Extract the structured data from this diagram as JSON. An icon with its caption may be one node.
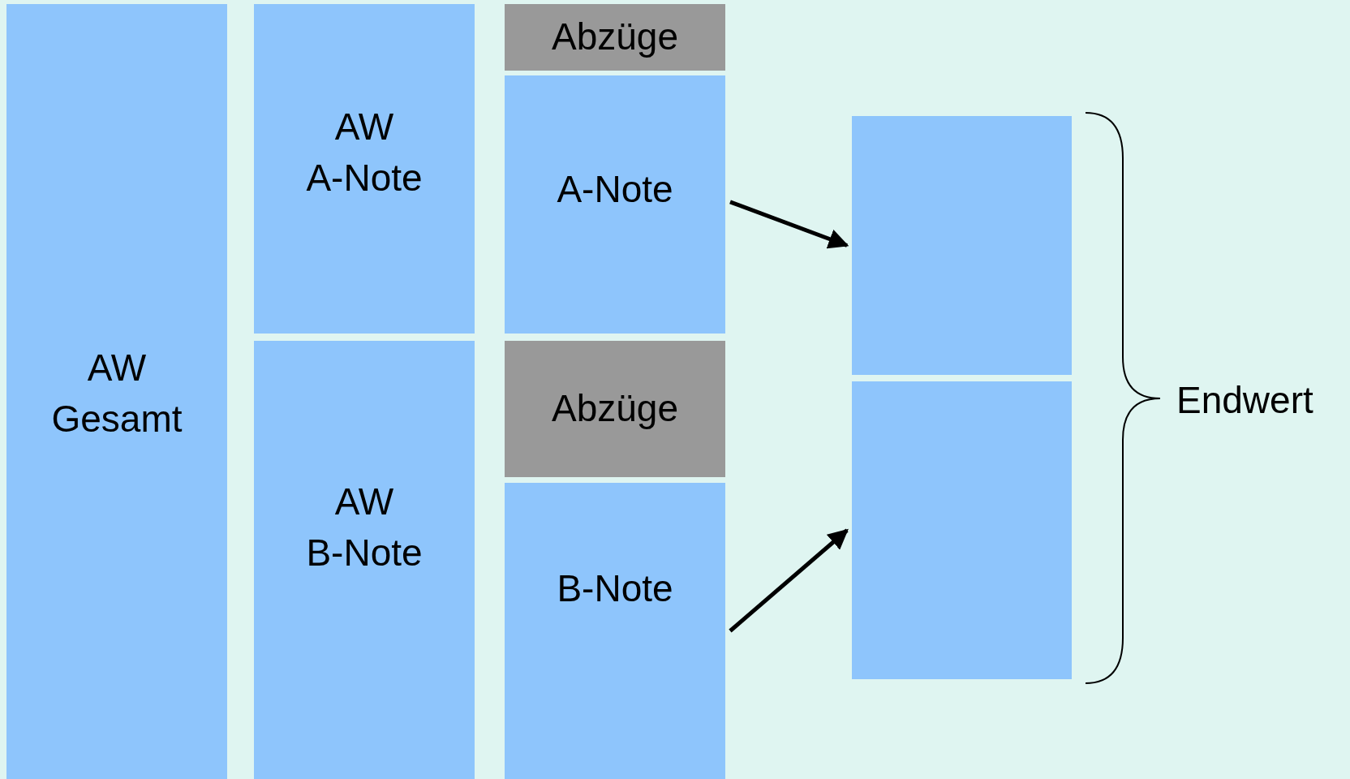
{
  "diagram": {
    "nodes": [
      {
        "text": [
          "AW Gesamt"
        ]
      },
      {
        "text": [
          "AW A-Note"
        ]
      },
      {
        "text": [
          "AW B-Note"
        ]
      },
      {
        "text": [
          "Abzüge"
        ]
      },
      {
        "text": [
          "A-Note"
        ]
      },
      {
        "text": [
          "Abzüge"
        ]
      },
      {
        "text": [
          "B-Note"
        ]
      },
      {
        "text": [],
        "shape": "box"
      },
      {
        "text": [],
        "shape": "box"
      }
    ],
    "edges": [
      {
        "from": 4,
        "to": 7,
        "arrow": "to"
      },
      {
        "from": 6,
        "to": 8,
        "arrow": "to"
      }
    ],
    "labels": [
      "Endwert"
    ]
  }
}
